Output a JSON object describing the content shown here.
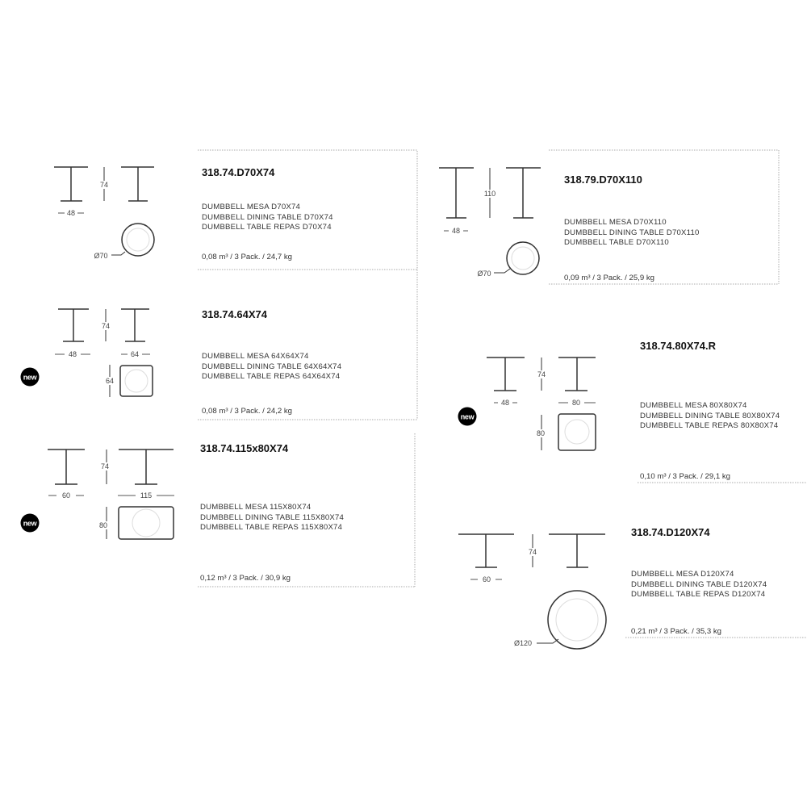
{
  "products": [
    {
      "code": "318.74.D70X74",
      "lines": [
        "DUMBBELL MESA D70X74",
        "DUMBBELL DINING TABLE D70X74",
        "DUMBBELL TABLE REPAS D70X74"
      ],
      "pack": "0,08 m³ / 3 Pack. / 24,7 kg",
      "dims": {
        "height": "74",
        "base": "48",
        "diameter": "Ø70"
      }
    },
    {
      "code": "318.74.64X74",
      "lines": [
        "DUMBBELL MESA 64X64X74",
        "DUMBBELL DINING TABLE 64X64X74",
        "DUMBBELL TABLE REPAS 64X64X74"
      ],
      "pack": "0,08 m³ / 3 Pack. / 24,2 kg",
      "dims": {
        "height": "74",
        "base": "48",
        "width": "64",
        "depth": "64"
      },
      "badge": "new"
    },
    {
      "code": "318.74.115x80X74",
      "lines": [
        "DUMBBELL MESA 115X80X74",
        "DUMBBELL DINING TABLE 115X80X74",
        "DUMBBELL TABLE REPAS 115X80X74"
      ],
      "pack": "0,12 m³ / 3 Pack. / 30,9 kg",
      "dims": {
        "height": "74",
        "base": "60",
        "width": "115",
        "depth": "80"
      },
      "badge": "new"
    },
    {
      "code": "318.79.D70X110",
      "lines": [
        "DUMBBELL MESA D70X110",
        "DUMBBELL DINING TABLE D70X110",
        "DUMBBELL TABLE D70X110"
      ],
      "pack": "0,09 m³ / 3 Pack. / 25,9 kg",
      "dims": {
        "height": "110",
        "base": "48",
        "diameter": "Ø70"
      }
    },
    {
      "code": "318.74.80X74.R",
      "lines": [
        "DUMBBELL MESA 80X80X74",
        "DUMBBELL DINING TABLE 80X80X74",
        "DUMBBELL TABLE REPAS 80X80X74"
      ],
      "pack": "0,10 m³ / 3 Pack. / 29,1 kg",
      "dims": {
        "height": "74",
        "base": "48",
        "width": "80",
        "depth": "80"
      },
      "badge": "new"
    },
    {
      "code": "318.74.D120X74",
      "lines": [
        "DUMBBELL MESA D120X74",
        "DUMBBELL DINING TABLE D120X74",
        "DUMBBELL TABLE REPAS D120X74"
      ],
      "pack": "0,21 m³ / 3 Pack. / 35,3 kg",
      "dims": {
        "height": "74",
        "base": "60",
        "diameter": "Ø120"
      }
    }
  ]
}
